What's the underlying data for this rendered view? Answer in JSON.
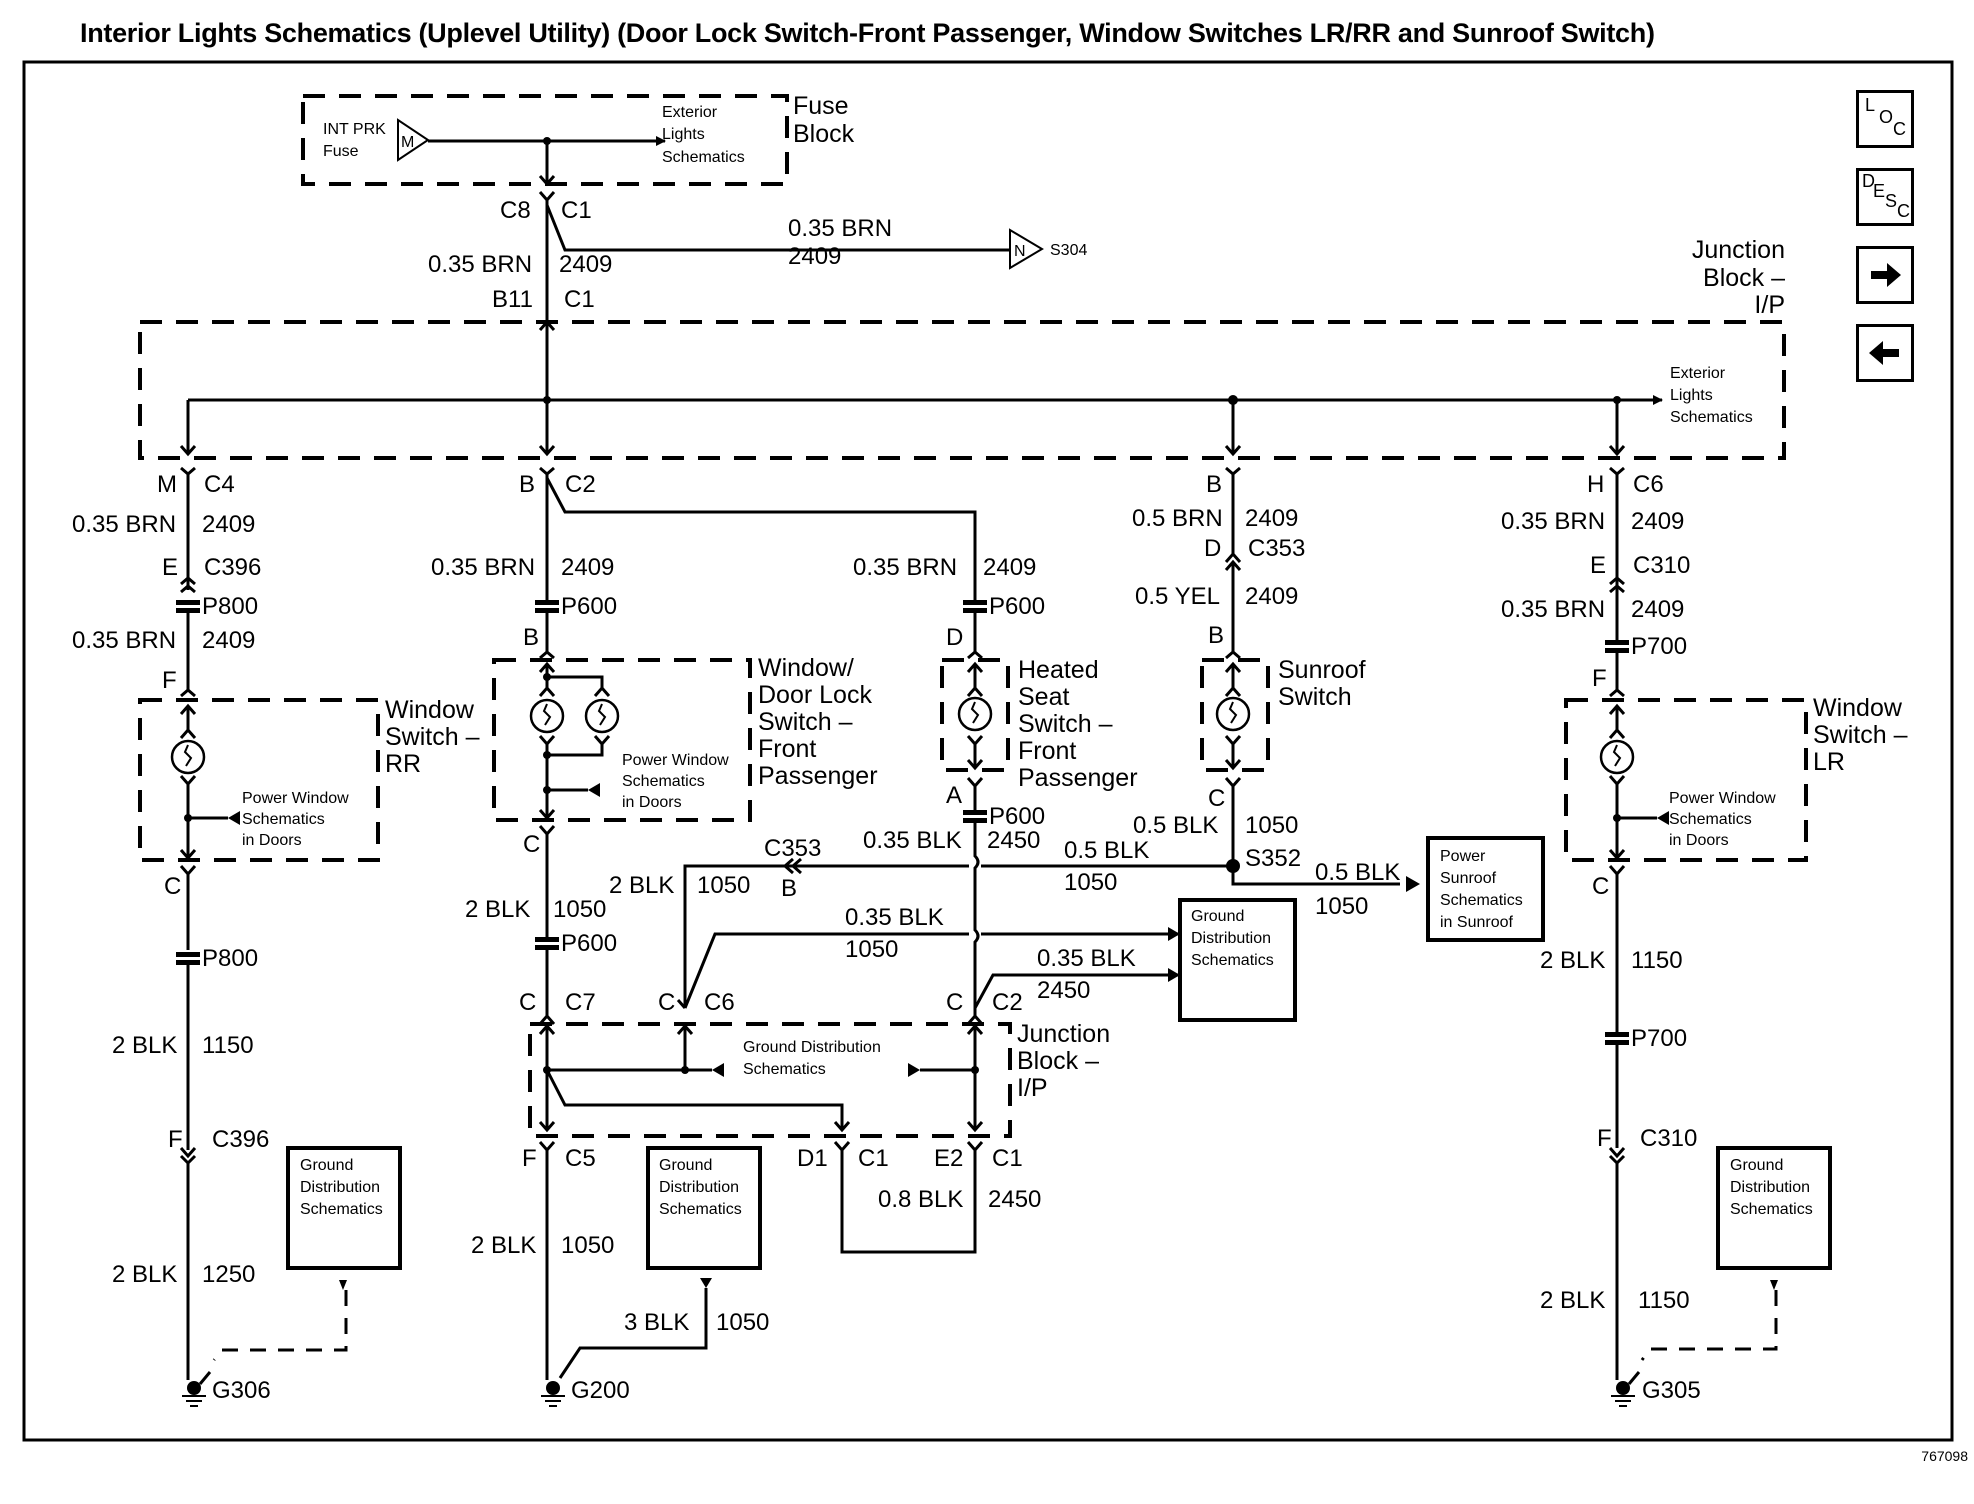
{
  "title": "Interior Lights Schematics (Uplevel Utility) (Door Lock Switch-Front Passenger, Window Switches LR/RR and Sunroof Switch)",
  "figure_id": "767098",
  "nav_buttons": {
    "loc": [
      "L",
      "O",
      "C"
    ],
    "desc": [
      "D",
      "E",
      "S",
      "C"
    ],
    "next": "right-arrow-icon",
    "prev": "left-arrow-icon"
  },
  "fuse_block": {
    "label_line1": "Fuse",
    "label_line2": "Block",
    "fuse_line1": "INT PRK",
    "fuse_line2": "Fuse",
    "fuse_letter": "M",
    "ext_line1": "Exterior",
    "ext_line2": "Lights",
    "ext_line3": "Schematics"
  },
  "feed": {
    "conn_left": "C8",
    "conn_right": "C1",
    "wire_gauge": "0.35 BRN",
    "wire_circuit": "2409",
    "jb_pin": "B11",
    "jb_conn": "C1",
    "branch_gauge": "0.35 BRN",
    "branch_circuit": "2409",
    "branch_letter": "N",
    "branch_splice": "S304"
  },
  "junction_block_top": {
    "line1": "Junction",
    "line2": "Block –",
    "line3": "I/P",
    "ext_line1": "Exterior",
    "ext_line2": "Lights",
    "ext_line3": "Schematics"
  },
  "rr": {
    "pin1": "M",
    "conn1": "C4",
    "w1_gauge": "0.35 BRN",
    "w1_circuit": "2409",
    "pin2": "E",
    "conn2": "C396",
    "inline1": "P800",
    "w2_gauge": "0.35 BRN",
    "w2_circuit": "2409",
    "pin3": "F",
    "comp_line1": "Window",
    "comp_line2": "Switch –",
    "comp_line3": "RR",
    "pw_line1": "Power Window",
    "pw_line2": "Schematics",
    "pw_line3": "in Doors",
    "pin4": "C",
    "inline2": "P800",
    "w3_gauge": "2 BLK",
    "w3_circuit": "1150",
    "pin5": "F",
    "conn5": "C396",
    "w4_gauge": "2 BLK",
    "w4_circuit": "1250",
    "gd_line1": "Ground",
    "gd_line2": "Distribution",
    "gd_line3": "Schematics",
    "ground": "G306"
  },
  "fp": {
    "pin1": "B",
    "conn1": "C2",
    "w1_gauge": "0.35 BRN",
    "w1_circuit": "2409",
    "inline1": "P600",
    "pin2": "B",
    "comp_line1": "Window/",
    "comp_line2": "Door Lock",
    "comp_line3": "Switch –",
    "comp_line4": "Front",
    "comp_line5": "Passenger",
    "pw_line1": "Power Window",
    "pw_line2": "Schematics",
    "pw_line3": "in Doors",
    "pin3": "C",
    "w2_gauge": "2 BLK",
    "w2_circuit": "1050",
    "inline2": "P600",
    "jb_pin1": "C",
    "jb_conn1": "C7",
    "jb_pin2": "C",
    "jb_conn2": "C6",
    "jb_pin3": "C",
    "jb_conn3": "C2",
    "jb_line1": "Junction",
    "jb_line2": "Block –",
    "jb_line3": "I/P",
    "jb_gd_line1": "Ground Distribution",
    "jb_gd_line2": "Schematics",
    "out_pin1": "F",
    "out_conn1": "C5",
    "out_pin2": "D1",
    "out_conn2": "C1",
    "out_pin3": "E2",
    "out_conn3": "C1",
    "w3_gauge": "2 BLK",
    "w3_circuit": "1050",
    "w4_gauge": "0.8 BLK",
    "w4_circuit": "2450",
    "w5_gauge": "3 BLK",
    "w5_circuit": "1050",
    "gd_line1": "Ground",
    "gd_line2": "Distribution",
    "gd_line3": "Schematics",
    "ground": "G200"
  },
  "hs": {
    "w1_gauge": "0.35 BRN",
    "w1_circuit": "2409",
    "inline1": "P600",
    "pin1": "D",
    "comp_line1": "Heated",
    "comp_line2": "Seat",
    "comp_line3": "Switch –",
    "comp_line4": "Front",
    "comp_line5": "Passenger",
    "pin2": "A",
    "inline2": "P600",
    "w2_gauge": "0.35 BLK",
    "w2_circuit": "2450",
    "c353": "C353",
    "c353_pin": "B",
    "w3_gauge": "2 BLK",
    "w3_circuit": "1050",
    "w4_gauge": "0.35 BLK",
    "w4_circuit": "1050",
    "w5_gauge": "0.35 BLK",
    "w5_circuit": "2450",
    "gd_line1": "Ground",
    "gd_line2": "Distribution",
    "gd_line3": "Schematics"
  },
  "sr": {
    "pin1": "B",
    "w1_gauge": "0.5 BRN",
    "w1_circuit": "2409",
    "pin2": "D",
    "conn2": "C353",
    "w2_gauge": "0.5 YEL",
    "w2_circuit": "2409",
    "pin3": "B",
    "comp_line1": "Sunroof",
    "comp_line2": "Switch",
    "pin4": "C",
    "w3_gauge": "0.5 BLK",
    "w3_circuit": "1050",
    "splice": "S352",
    "w4_gauge": "0.5 BLK",
    "w4_circuit": "1050",
    "w5_gauge": "0.5 BLK",
    "w5_circuit": "1050",
    "ps_line1": "Power",
    "ps_line2": "Sunroof",
    "ps_line3": "Schematics",
    "ps_line4": "in Sunroof"
  },
  "lr": {
    "pin1": "H",
    "conn1": "C6",
    "w1_gauge": "0.35 BRN",
    "w1_circuit": "2409",
    "pin2": "E",
    "conn2": "C310",
    "w2_gauge": "0.35 BRN",
    "w2_circuit": "2409",
    "inline1": "P700",
    "pin3": "F",
    "comp_line1": "Window",
    "comp_line2": "Switch –",
    "comp_line3": "LR",
    "pw_line1": "Power Window",
    "pw_line2": "Schematics",
    "pw_line3": "in Doors",
    "pin4": "C",
    "w3_gauge": "2 BLK",
    "w3_circuit": "1150",
    "inline2": "P700",
    "pin5": "F",
    "conn5": "C310",
    "w4_gauge": "2 BLK",
    "w4_circuit": "1150",
    "gd_line1": "Ground",
    "gd_line2": "Distribution",
    "gd_line3": "Schematics",
    "ground": "G305"
  }
}
